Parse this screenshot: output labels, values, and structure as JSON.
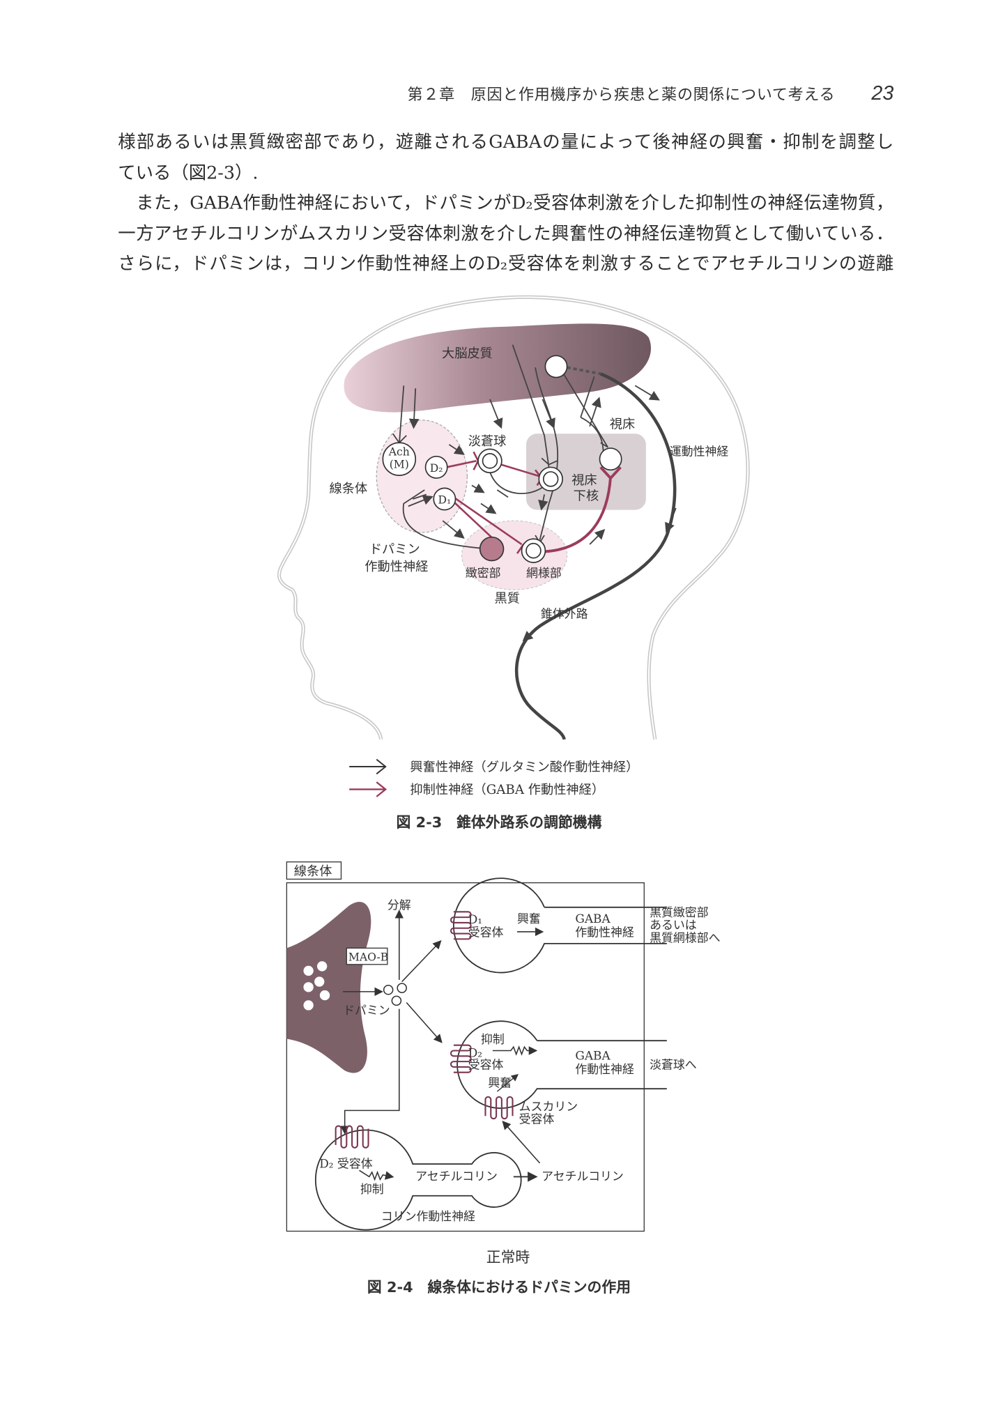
{
  "header": {
    "chapter": "第２章　原因と作用機序から疾患と薬の関係について考える",
    "page_number": "23"
  },
  "body_lines": [
    "様部あるいは黒質緻密部であり，遊離されるGABAの量によって後神経の興奮・抑制を調整し",
    "ている（図2-3）.",
    "　また，GABA作動性神経において，ドパミンがD₂受容体刺激を介した抑制性の神経伝達物質，",
    "一方アセチルコリンがムスカリン受容体刺激を介した興奮性の神経伝達物質として働いている．",
    "さらに，ドパミンは，コリン作動性神経上のD₂受容体を刺激することでアセチルコリンの遊離"
  ],
  "fig23": {
    "cortex": "大脳皮質",
    "thalamus": "視床",
    "motor_nerve": "運動性神経",
    "striatum": "線条体",
    "globus_pallidus": "淡蒼球",
    "subthalamic_1": "視床",
    "subthalamic_2": "下核",
    "ach_1": "Ach",
    "ach_2": "(M)",
    "d2": "D₂",
    "d1": "D₁",
    "dopamine_1": "ドパミン",
    "dopamine_2": "作動性神経",
    "compacta": "緻密部",
    "reticulata": "網様部",
    "substantia_nigra": "黒質",
    "extrapyramidal": "錐体外路",
    "legend_excitatory": "興奮性神経（グルタミン酸作動性神経）",
    "legend_inhibitory": "抑制性神経（GABA 作動性神経）",
    "caption": "図 2-3　錐体外路系の調節機構",
    "colors": {
      "cortex": "#7d6169",
      "inhibitory": "#9b3c5c",
      "nerve": "#444444"
    }
  },
  "fig24": {
    "box_label": "線条体",
    "decompose": "分解",
    "maob": "MAO-B",
    "dopamine": "ドパミン",
    "d1_receptor_1": "D₁",
    "d1_receptor_2": "受容体",
    "excite_1": "興奮",
    "gaba_1a": "GABA",
    "gaba_1b": "作動性神経",
    "target_1a": "黒質緻密部",
    "target_1b": "あるいは",
    "target_1c": "黒質網様部へ",
    "inhibit_1": "抑制",
    "d2_receptor_1": "D₂",
    "d2_receptor_2": "受容体",
    "gaba_2a": "GABA",
    "gaba_2b": "作動性神経",
    "target_2": "淡蒼球へ",
    "excite_2": "興奮",
    "muscarinic_1": "ムスカリン",
    "muscarinic_2": "受容体",
    "d2_cholin": "D₂ 受容体",
    "ach_inner": "アセチルコリン",
    "inhibit_2": "抑制",
    "ach_outer": "アセチルコリン",
    "cholinergic": "コリン作動性神経",
    "state": "正常時",
    "caption": "図 2-4　線条体におけるドパミンの作用"
  }
}
